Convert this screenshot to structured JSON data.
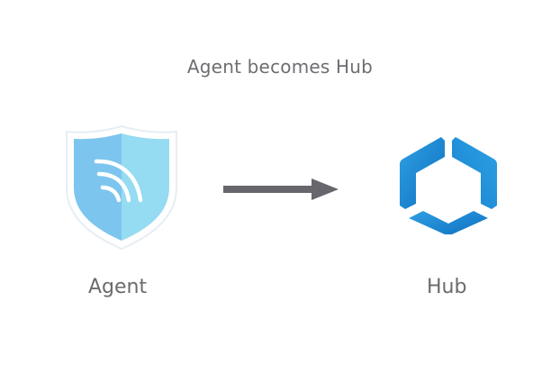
{
  "title": "Agent becomes Hub",
  "nodes": [
    {
      "label": "Agent",
      "icon": "shield-wifi-icon",
      "colors": {
        "left": "#7cc5ee",
        "right": "#95dbf2",
        "outline": "#e8f2f8"
      }
    },
    {
      "label": "Hub",
      "icon": "hexagon-hub-icon",
      "colors": {
        "primary": "#1c8cd8",
        "dark": "#0f6fbf"
      }
    }
  ],
  "connector": {
    "icon": "arrow-right-icon",
    "color": "#66666c"
  }
}
